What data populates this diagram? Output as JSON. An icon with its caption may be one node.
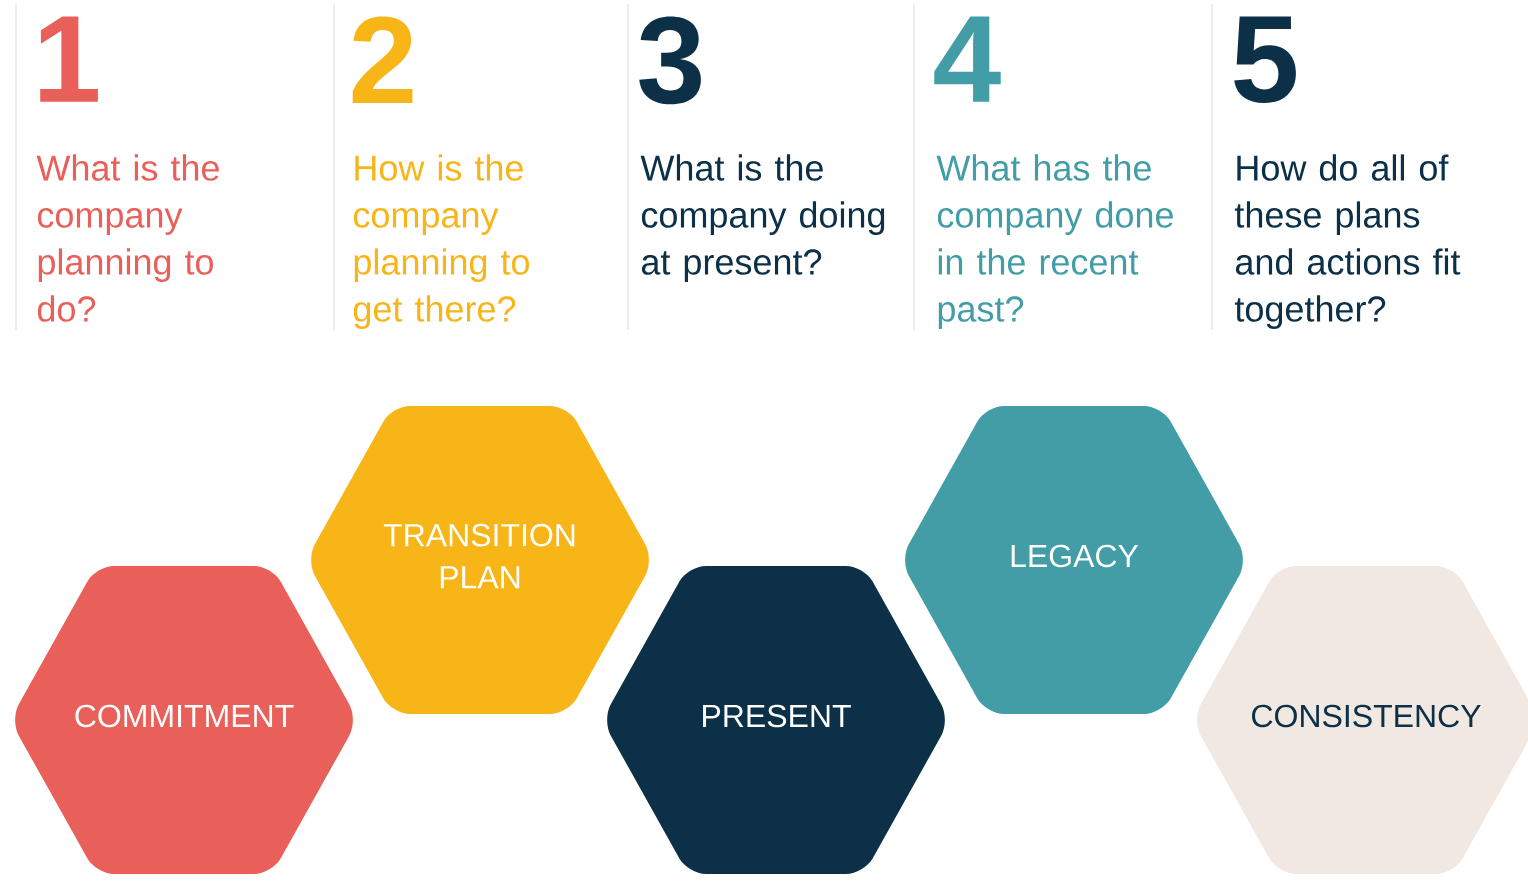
{
  "diagram": {
    "nodes": [
      {
        "text": [
          "COMMITMENT"
        ]
      },
      {
        "text": [
          "TRANSITION PLAN"
        ]
      },
      {
        "text": [
          "PRESENT"
        ]
      },
      {
        "text": [
          "LEGACY"
        ]
      },
      {
        "text": [
          "CONSISTENCY"
        ]
      }
    ],
    "labels": [
      "1",
      "What is the company planning to do?",
      "2",
      "How is the company planning to get there?",
      "3",
      "What is the company doing at present?",
      "4",
      "What has the company done in the recent past?",
      "5",
      "How do all of these plans and actions fit together?"
    ]
  }
}
